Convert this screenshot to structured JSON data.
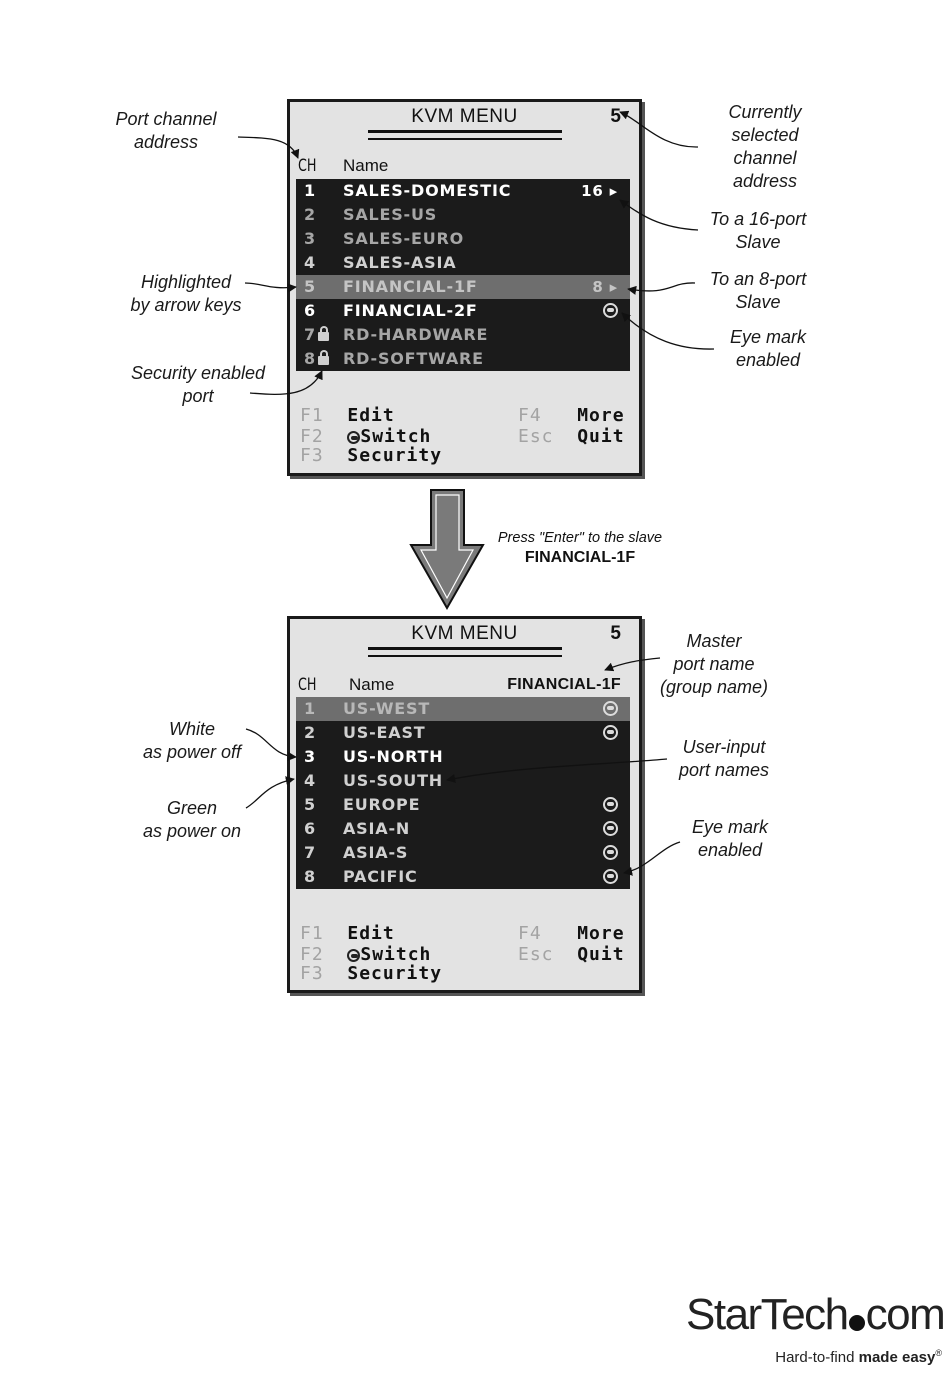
{
  "menu_top": {
    "title": "KVM MENU",
    "channel": "5",
    "col_ch": "CH",
    "col_name": "Name",
    "rows": [
      {
        "ch": "1",
        "name": "SALES-DOMESTIC",
        "extra": "16 ▸"
      },
      {
        "ch": "2",
        "name": "SALES-US",
        "extra": ""
      },
      {
        "ch": "3",
        "name": "SALES-EURO",
        "extra": ""
      },
      {
        "ch": "4",
        "name": "SALES-ASIA",
        "extra": ""
      },
      {
        "ch": "5",
        "name": "FINANCIAL-1F",
        "extra": "8 ▸"
      },
      {
        "ch": "6",
        "name": "FINANCIAL-2F",
        "extra": ""
      },
      {
        "ch": "7",
        "name": "RD-HARDWARE",
        "extra": ""
      },
      {
        "ch": "8",
        "name": "RD-SOFTWARE",
        "extra": ""
      }
    ]
  },
  "menu_bottom": {
    "title": "KVM MENU",
    "channel": "5",
    "col_ch": "CH",
    "col_name": "Name",
    "master": "FINANCIAL-1F",
    "rows": [
      {
        "ch": "1",
        "name": "US-WEST"
      },
      {
        "ch": "2",
        "name": "US-EAST"
      },
      {
        "ch": "3",
        "name": "US-NORTH"
      },
      {
        "ch": "4",
        "name": "US-SOUTH"
      },
      {
        "ch": "5",
        "name": "EUROPE"
      },
      {
        "ch": "6",
        "name": "ASIA-N"
      },
      {
        "ch": "7",
        "name": "ASIA-S"
      },
      {
        "ch": "8",
        "name": "PACIFIC"
      }
    ]
  },
  "fkeys": {
    "f1": "F1",
    "f1_label": "Edit",
    "f2": "F2",
    "f2_label": "Switch",
    "f3": "F3",
    "f3_label": "Security",
    "f4": "F4",
    "f4_label": "More",
    "esc": "Esc",
    "esc_label": "Quit"
  },
  "annotations": {
    "port_channel_l1": "Port channel",
    "port_channel_l2": "address",
    "current_l1": "Currently",
    "current_l2": "selected",
    "current_l3": "channel",
    "current_l4": "address",
    "slave16_l1": "To a 16-port",
    "slave16_l2": "Slave",
    "slave8_l1": "To an 8-port",
    "slave8_l2": "Slave",
    "eye1_l1": "Eye mark",
    "eye1_l2": "enabled",
    "highlight_l1": "Highlighted",
    "highlight_l2": "by arrow keys",
    "security_l1": "Security enabled",
    "security_l2": "port",
    "press_l1": "Press \"Enter\" to the slave",
    "press_l2": "FINANCIAL-1F",
    "master_l1": "Master",
    "master_l2": "port name",
    "master_l3": "(group name)",
    "white_l1": "White",
    "white_l2": "as power off",
    "green_l1": "Green",
    "green_l2": "as power on",
    "userinput_l1": "User-input",
    "userinput_l2": "port names",
    "eye2_l1": "Eye mark",
    "eye2_l2": "enabled"
  },
  "brand": {
    "logo_part1": "StarTech",
    "logo_part2": "com",
    "tagline_plain": "Hard-to-find ",
    "tagline_bold": "made easy",
    "tagline_mark": "®"
  }
}
